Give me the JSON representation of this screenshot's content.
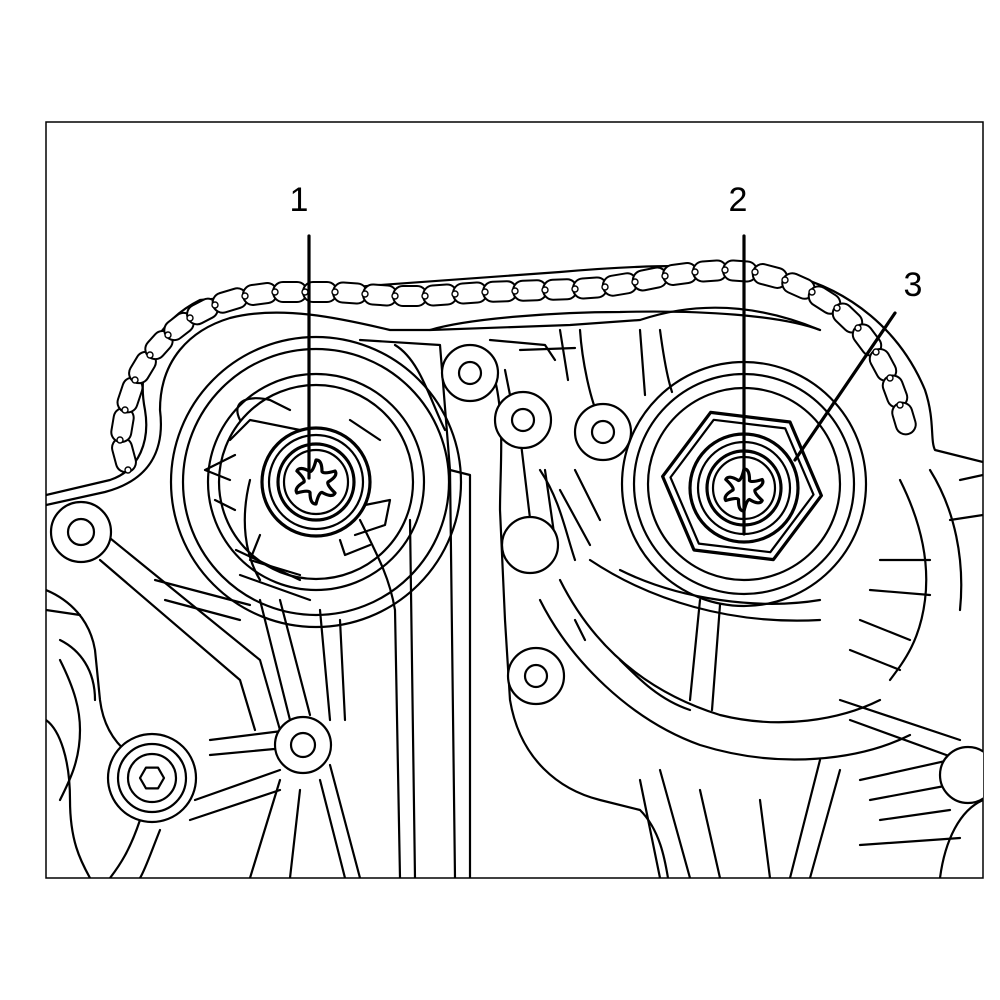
{
  "callouts": [
    {
      "id": 1,
      "label": "1",
      "part": "left-camshaft-sprocket-bolt"
    },
    {
      "id": 2,
      "label": "2",
      "part": "right-camshaft-sprocket-bolt"
    },
    {
      "id": 3,
      "label": "3",
      "part": "hex-nut"
    }
  ],
  "icons": {
    "chain": "timing-chain-icon",
    "torx": "torx-bolt-icon",
    "hex": "hex-nut-icon"
  },
  "colors": {
    "line": "#000000",
    "background": "#ffffff"
  }
}
